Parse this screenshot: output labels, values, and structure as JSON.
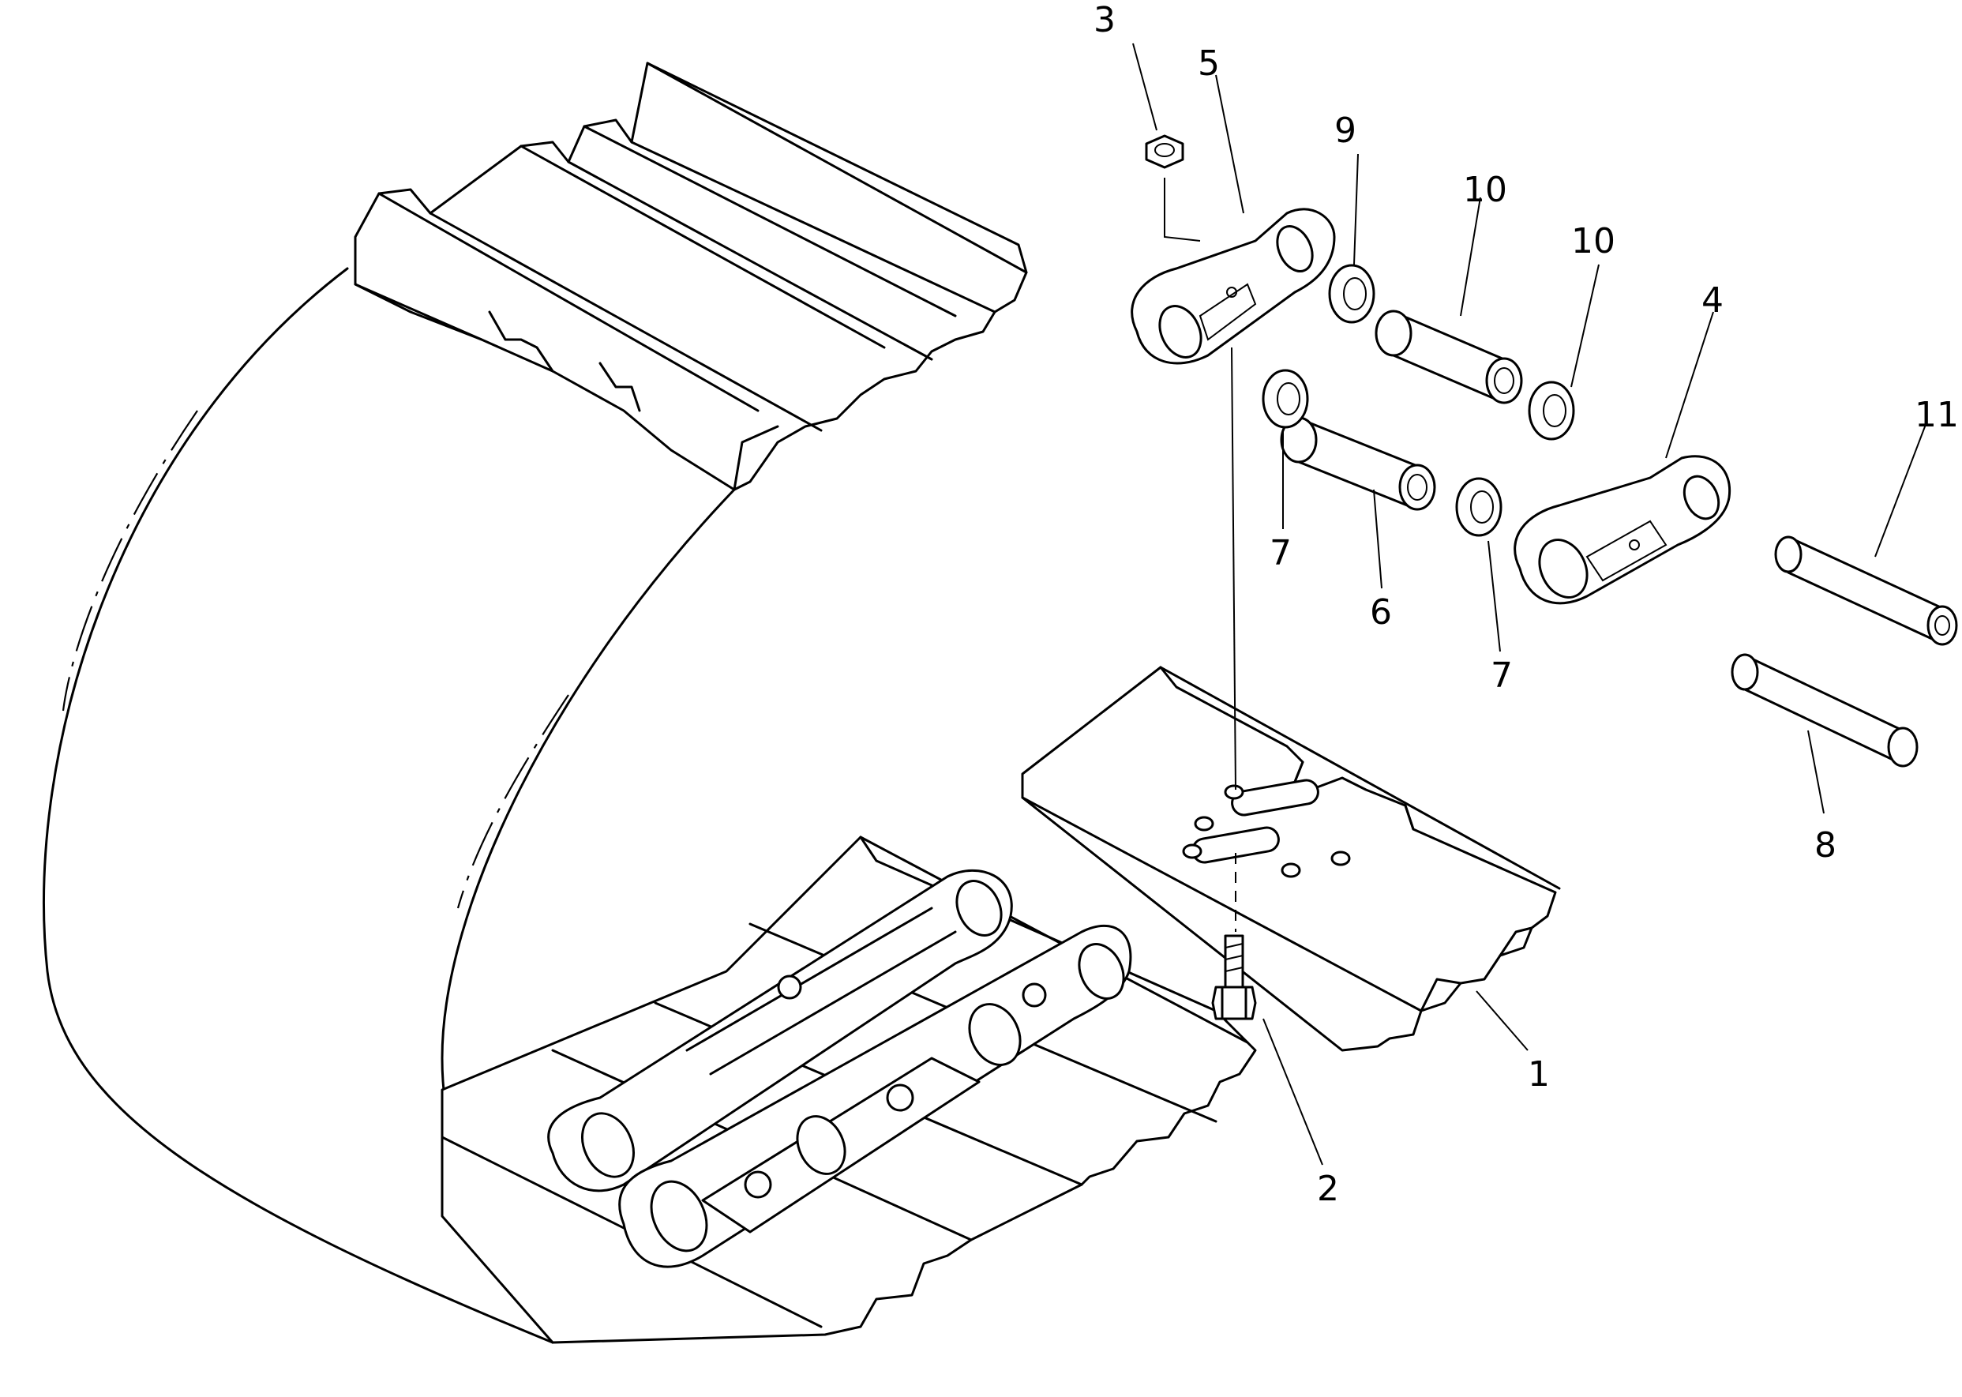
{
  "callouts": [
    {
      "id": "1",
      "text": "1"
    },
    {
      "id": "2",
      "text": "2"
    },
    {
      "id": "3",
      "text": "3"
    },
    {
      "id": "4",
      "text": "4"
    },
    {
      "id": "5",
      "text": "5"
    },
    {
      "id": "6",
      "text": "6"
    },
    {
      "id": "7a",
      "text": "7"
    },
    {
      "id": "7b",
      "text": "7"
    },
    {
      "id": "8",
      "text": "8"
    },
    {
      "id": "9",
      "text": "9"
    },
    {
      "id": "10a",
      "text": "10"
    },
    {
      "id": "10b",
      "text": "10"
    },
    {
      "id": "11",
      "text": "11"
    }
  ],
  "colors": {
    "ink": "#000000",
    "paper": "#ffffff"
  }
}
